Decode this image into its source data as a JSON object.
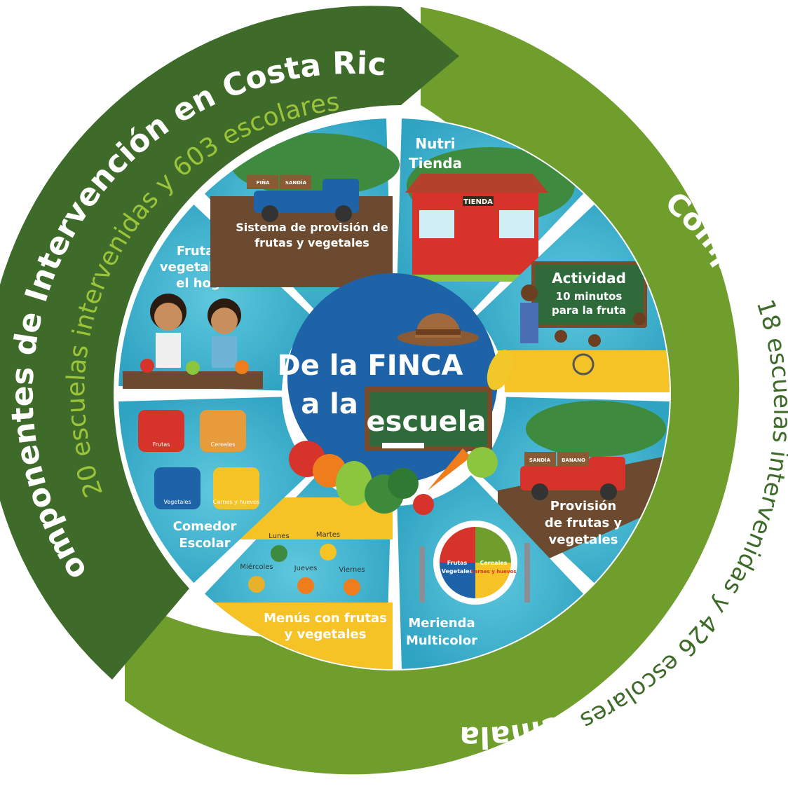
{
  "title_center": {
    "line1": "De la FINCA",
    "line2": "a la",
    "line3": "escuela"
  },
  "outer_ring": {
    "costa_rica": {
      "title": "Componentes de Intervención en Costa Rica",
      "subtitle": "20 escuelas intervenidas y 603 escolares"
    },
    "guatemala": {
      "title": "Componentes de Intervención en Guatemala",
      "subtitle": "18 escuelas intervenidas y 426 escolares"
    }
  },
  "segments": [
    {
      "label": [
        "Nutri",
        "Tienda"
      ],
      "sign": "TIENDA"
    },
    {
      "label": [
        "Actividad",
        "10 minutos",
        "para la fruta"
      ]
    },
    {
      "label": [
        "Provisión",
        "de frutas y",
        "vegetales"
      ],
      "crates": [
        "SANDÍA",
        "BANANO"
      ]
    },
    {
      "label": [
        "Merienda",
        "Multicolor"
      ],
      "plate": [
        "Frutas",
        "Cereales",
        "Vegetales",
        "Carnes y huevos"
      ]
    },
    {
      "label": [
        "Menús con frutas",
        "y vegetales"
      ],
      "days": [
        "Lunes",
        "Martes",
        "Miércoles",
        "Jueves",
        "Viernes"
      ]
    },
    {
      "label": [
        "Comedor",
        "Escolar"
      ],
      "tiles": [
        "Frutas",
        "Cereales",
        "Vegetales",
        "Carnes y huevos"
      ]
    },
    {
      "label": [
        "Frutas y",
        "vegetales en",
        "el hogar"
      ]
    },
    {
      "label": [
        "Sistema de provisión de",
        "frutas y vegetales"
      ],
      "crates": [
        "PIÑA",
        "SANDÍA"
      ]
    }
  ],
  "colors": {
    "dark_green": "#3f6b2a",
    "mid_green": "#6f9e2c",
    "light_green": "#8ab52d",
    "sky": "#3bb3cf",
    "soil": "#6b4a2f",
    "blue_circle": "#1e63a8",
    "board": "#2f6b3a",
    "yellow": "#f5c326",
    "red": "#d6332a"
  }
}
